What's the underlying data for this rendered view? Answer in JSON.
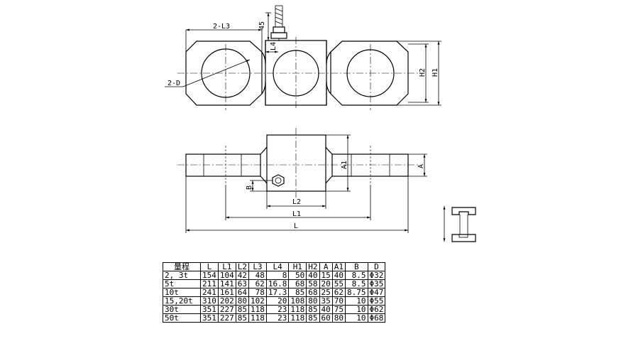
{
  "labels": {
    "two_l3": "2-L3",
    "two_d": "2-D",
    "l4": "L4",
    "dim45": "45",
    "h1": "H1",
    "h2": "H2",
    "a": "A",
    "a1": "A1",
    "b": "B",
    "l": "L",
    "l1": "L1",
    "l2": "L2"
  },
  "table": {
    "headers": [
      "量程",
      "L",
      "L1",
      "L2",
      "L3",
      "L4",
      "H1",
      "H2",
      "A",
      "A1",
      "B",
      "D"
    ],
    "rows": [
      [
        "2, 3t",
        "154",
        "104",
        "42",
        "48",
        "8",
        "50",
        "40",
        "15",
        "40",
        "8.5",
        "Φ32"
      ],
      [
        "5t",
        "211",
        "141",
        "63",
        "62",
        "16.8",
        "68",
        "58",
        "20",
        "55",
        "8.5",
        "Φ35"
      ],
      [
        "10t",
        "241",
        "161",
        "64",
        "78",
        "17.3",
        "85",
        "68",
        "25",
        "62",
        "8.75",
        "Φ47"
      ],
      [
        "15,20t",
        "310",
        "202",
        "80",
        "102",
        "20",
        "108",
        "80",
        "35",
        "70",
        "10",
        "Φ55"
      ],
      [
        "30t",
        "351",
        "227",
        "85",
        "118",
        "23",
        "118",
        "85",
        "40",
        "75",
        "10",
        "Φ62"
      ],
      [
        "50t",
        "351",
        "227",
        "85",
        "118",
        "23",
        "118",
        "85",
        "60",
        "80",
        "10",
        "Φ68"
      ]
    ]
  }
}
